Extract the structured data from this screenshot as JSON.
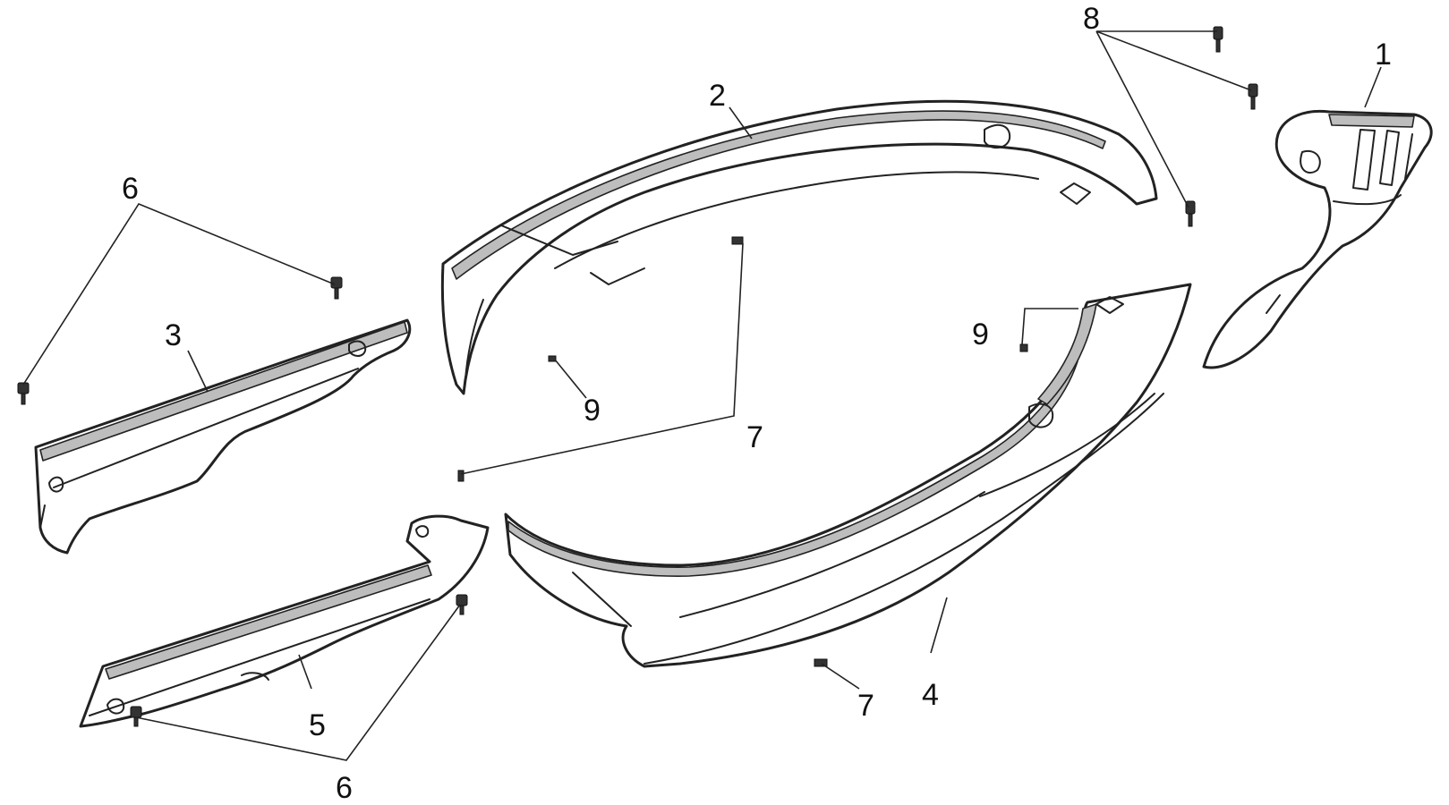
{
  "callouts": {
    "c1": "1",
    "c2": "2",
    "c3": "3",
    "c4": "4",
    "c5": "5",
    "c6_top": "6",
    "c6_bottom": "6",
    "c7_center": "7",
    "c7_bottom": "7",
    "c8": "8",
    "c9_left": "9",
    "c9_right": "9"
  },
  "colors": {
    "line": "#222222",
    "band_fill": "#bdbdbd",
    "background": "#ffffff"
  }
}
